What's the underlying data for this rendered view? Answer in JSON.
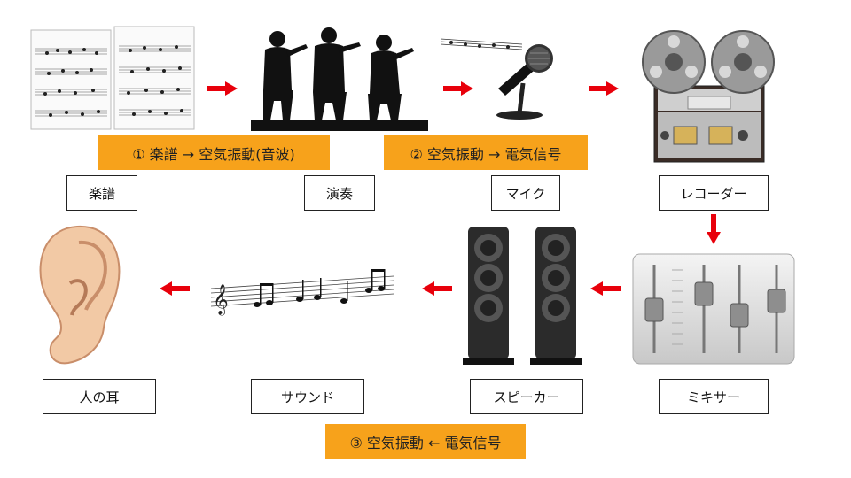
{
  "labels": {
    "score": "楽譜",
    "performance": "演奏",
    "microphone": "マイク",
    "recorder": "レコーダー",
    "ear": "人の耳",
    "sound": "サウンド",
    "speaker": "スピーカー",
    "mixer": "ミキサー"
  },
  "stages": {
    "stage1": "① 楽譜 → 空気振動(音波)",
    "stage2": "② 空気振動 → 電気信号",
    "stage3": "③ 空気振動 ← 電気信号"
  },
  "colors": {
    "arrow": "#e8000b",
    "stage_bg": "#f7a21b"
  },
  "icons": [
    "sheet-music-icon",
    "orchestra-silhouette-icon",
    "microphone-icon",
    "reel-recorder-icon",
    "ear-icon",
    "music-notes-icon",
    "speaker-pair-icon",
    "mixer-icon"
  ]
}
